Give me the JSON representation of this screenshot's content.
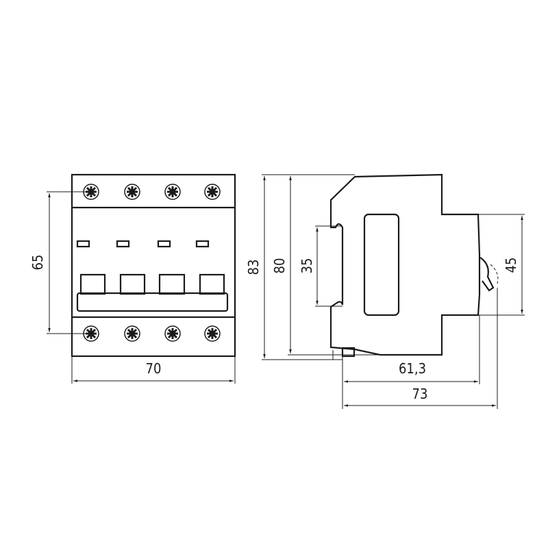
{
  "title": "4-pole circuit breaker dimensional drawing",
  "front_view": {
    "width_label": "70",
    "height_label": "65",
    "poles": 4
  },
  "side_view": {
    "height_overall_label": "83",
    "height_body_label": "80",
    "din_rail_label": "35",
    "front_height_label": "45",
    "depth_to_front_label": "61,3",
    "depth_overall_label": "73"
  },
  "colors": {
    "line": "#1a1a1a",
    "background": "#ffffff"
  }
}
